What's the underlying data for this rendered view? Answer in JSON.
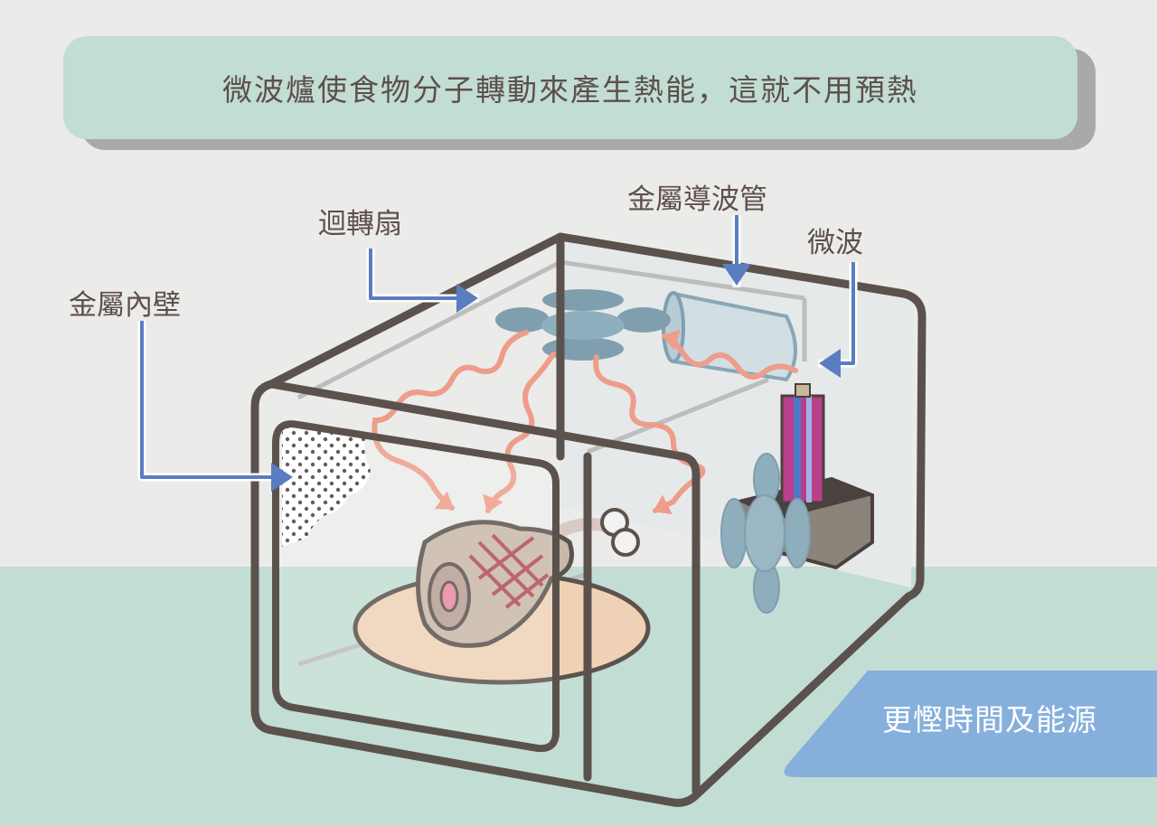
{
  "title": "微波爐使食物分子轉動來產生熱能，這就不用預熱",
  "labels": {
    "metal_inner_wall": "金屬內壁",
    "fan": "迴轉扇",
    "metal_waveguide": "金屬導波管",
    "microwave": "微波"
  },
  "badge": "更慳時間及能源",
  "colors": {
    "background": "#ebebea",
    "floor": "#c2ddd3",
    "title_box": "#c2ddd3",
    "oven_outline": "#5b524d",
    "arrow": "#5a7cc1",
    "wave": "#ee9d8a",
    "badge": "#86afdc",
    "magnetron": "#b83f8a",
    "fan": "#7f9fae"
  }
}
